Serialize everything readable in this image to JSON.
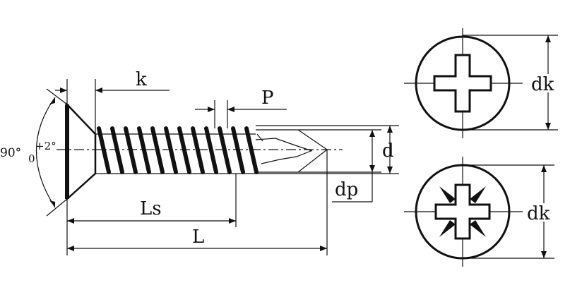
{
  "labels": {
    "k": "k",
    "P": "P",
    "d": "d",
    "dp": "dp",
    "Ls": "Ls",
    "L": "L",
    "dk_top": "dk",
    "dk_bottom": "dk",
    "angle_main": "90°",
    "angle_tol_upper": "+2°",
    "angle_tol_lower": "0"
  },
  "views": {
    "side": "countersunk-head-self-drilling-screw",
    "top": "phillips-recess-head",
    "bottom": "pozidriv-recess-head"
  }
}
